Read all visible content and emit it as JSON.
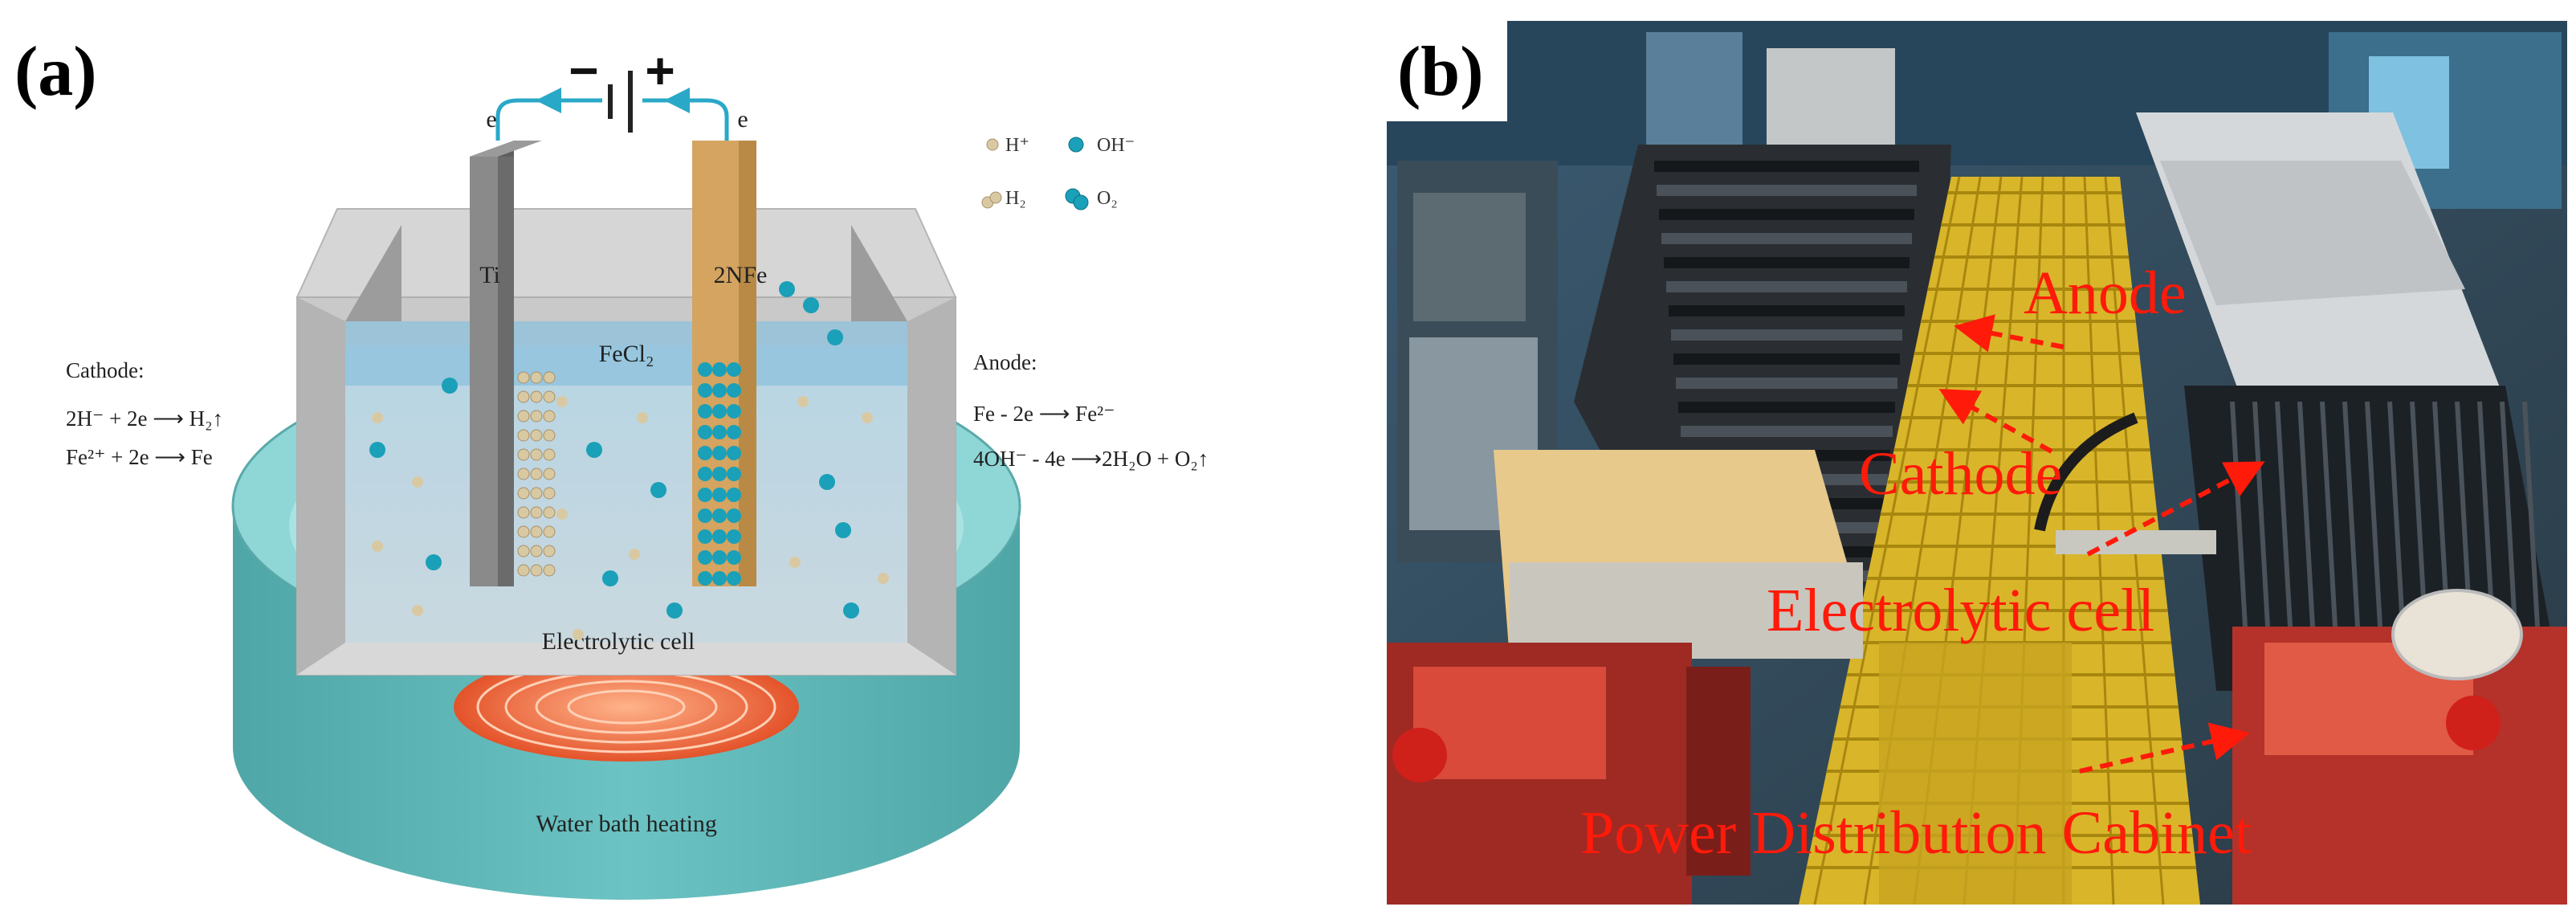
{
  "panel_a": {
    "label": "(a)",
    "power": {
      "minus": "−",
      "plus": "+",
      "electron_left": "e",
      "electron_right": "e"
    },
    "electrodes": {
      "cathode_label": "Ti",
      "anode_label": "2NFe"
    },
    "electrolyte": "FeCl₂",
    "cell_label": "Electrolytic cell",
    "bath_label": "Water bath heating",
    "legend": [
      {
        "symbol": "H⁺",
        "color": "#d9c9a3"
      },
      {
        "symbol": "OH⁻",
        "color": "#1aa0b8"
      },
      {
        "symbol": "H₂",
        "color": "#d9c9a3"
      },
      {
        "symbol": "O₂",
        "color": "#1aa0b8"
      }
    ],
    "cathode_reactions": {
      "title": "Cathode:",
      "lines": [
        "2H⁻ + 2e ⟶ H₂↑",
        "Fe²⁺ + 2e ⟶ Fe"
      ]
    },
    "anode_reactions": {
      "title": "Anode:",
      "lines": [
        "Fe - 2e ⟶ Fe²⁻",
        "4OH⁻ - 4e ⟶2H₂O + O₂↑"
      ]
    },
    "colors": {
      "cathode": "#7a7a7a",
      "anode": "#d4a460",
      "bath": "#5fb8b8",
      "heater": "#f2703f",
      "tank": "#c6c6c6"
    }
  },
  "panel_b": {
    "label": "(b)",
    "annotations": [
      "Anode",
      "Cathode",
      "Electrolytic cell",
      "Power Distribution Cabinet"
    ],
    "annotation_color": "#ff1a0a"
  }
}
